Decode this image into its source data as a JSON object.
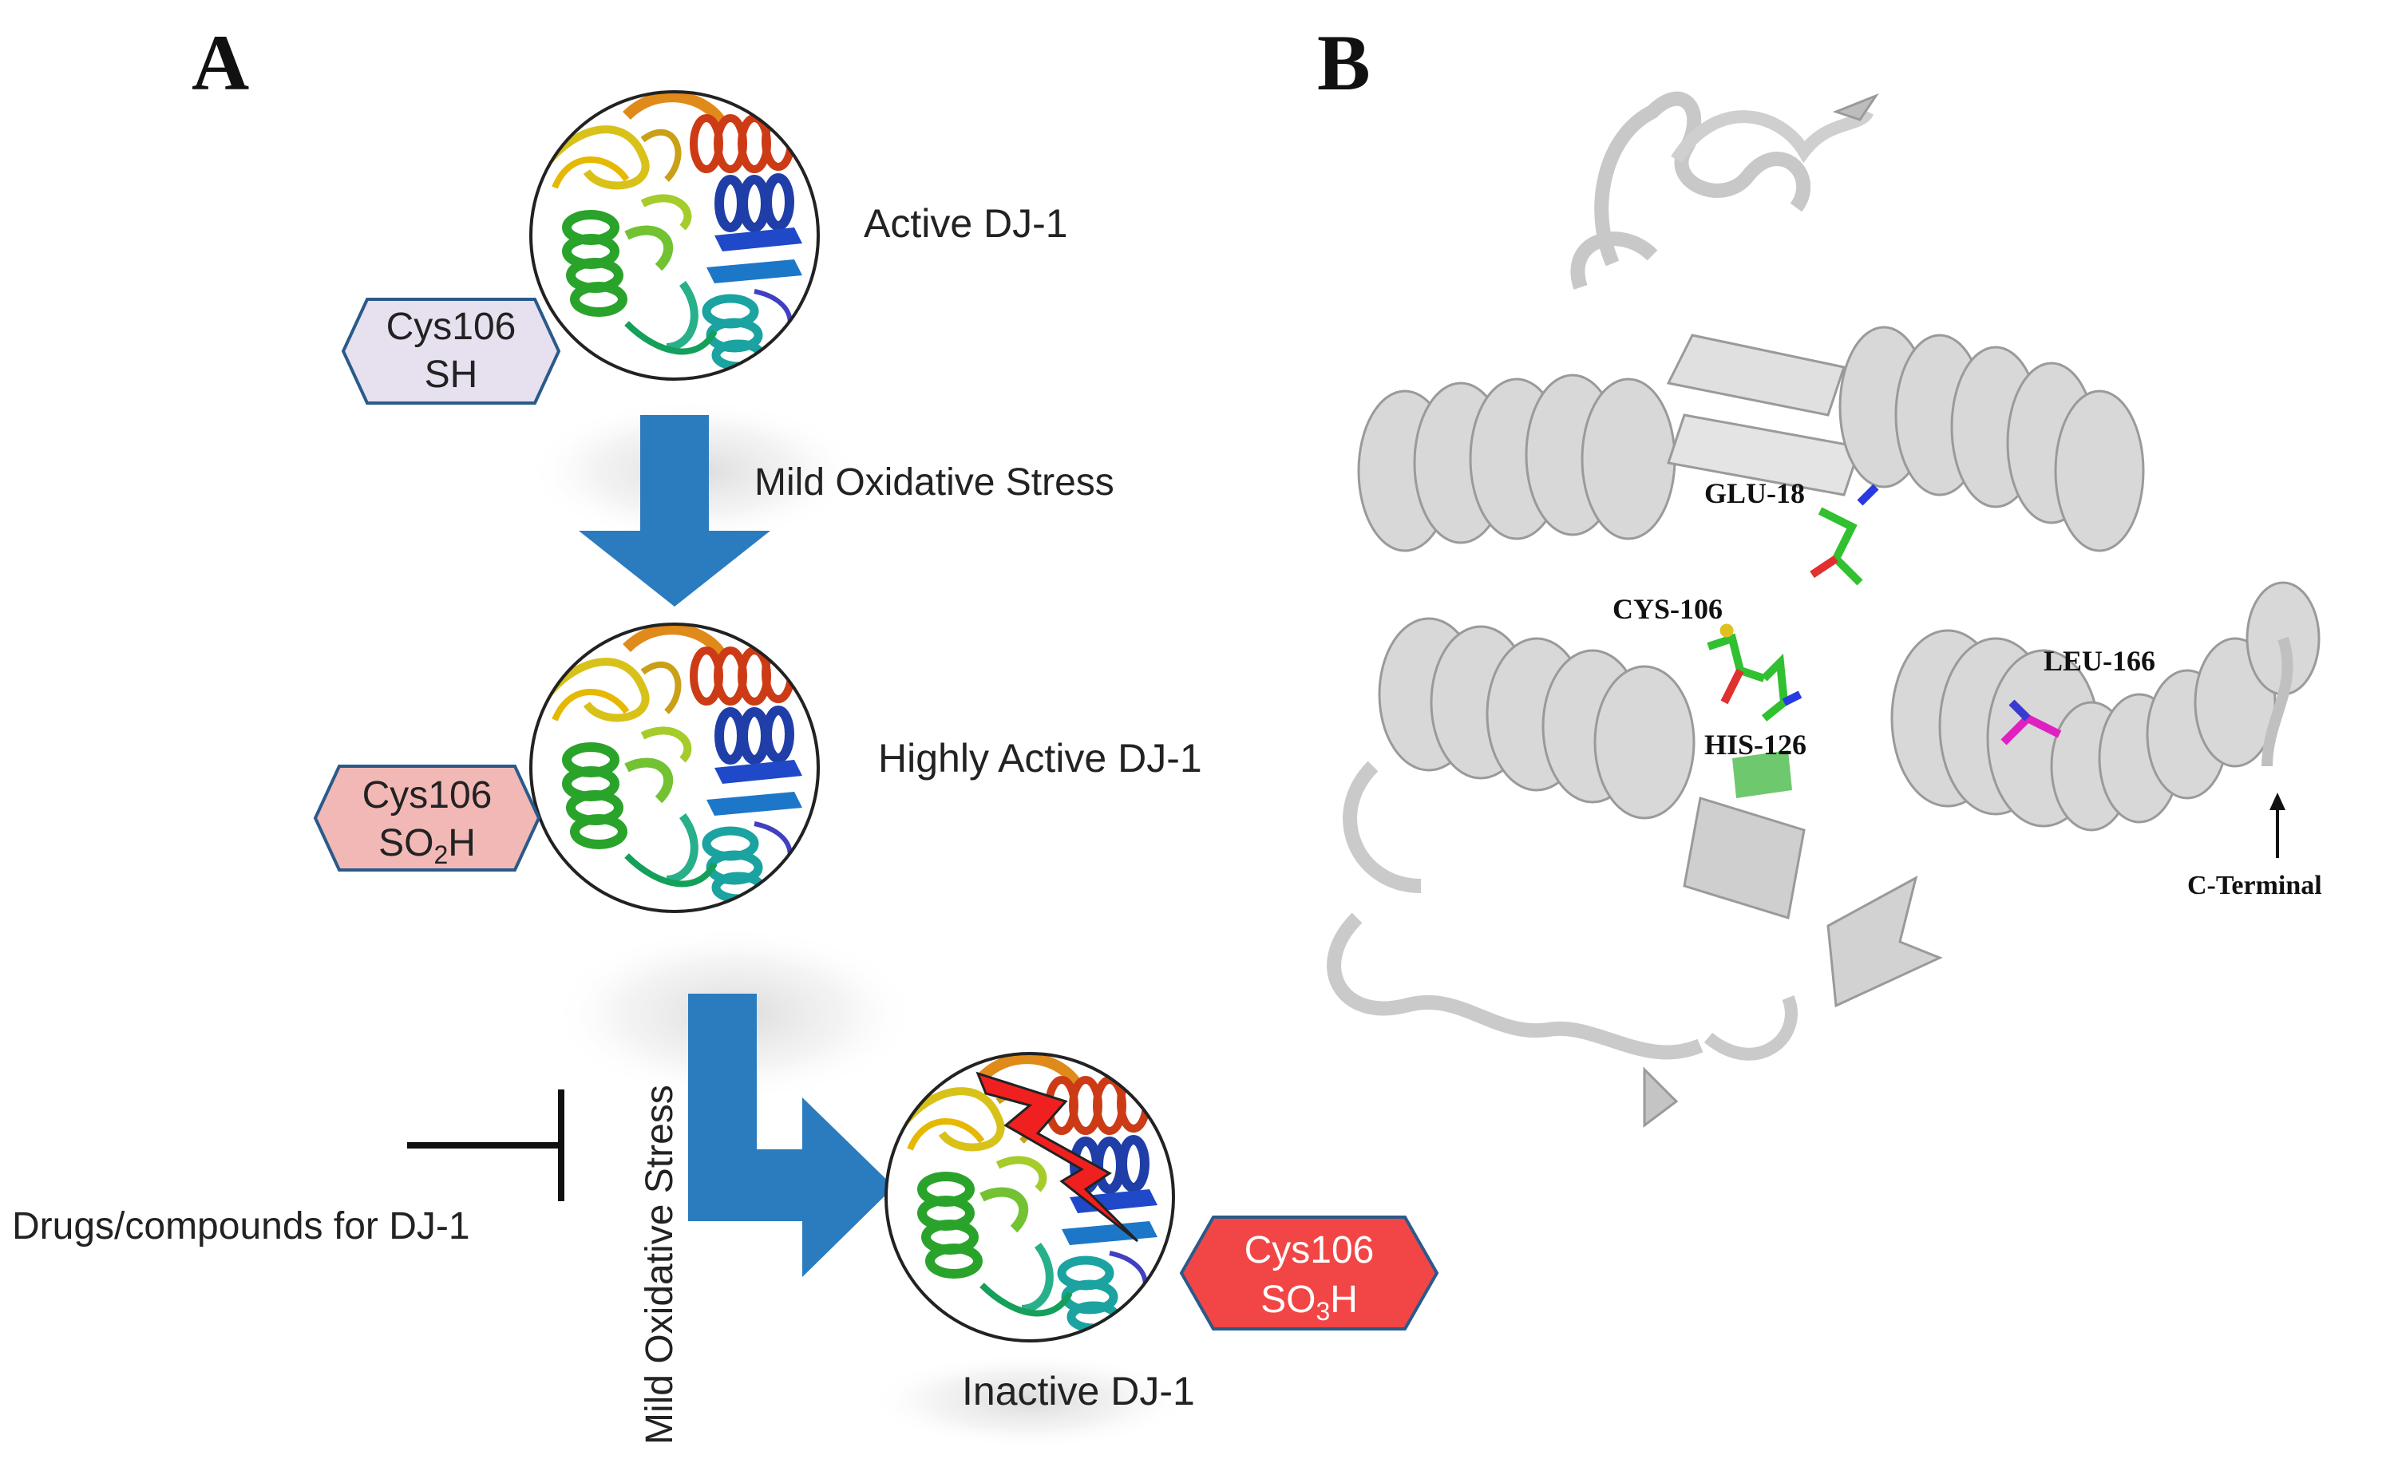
{
  "panel_a": {
    "letter": "A",
    "states": [
      {
        "label": "Active DJ-1",
        "hex_line1": "Cys106",
        "hex_line2_main": "SH",
        "hex_line2_sub": "",
        "hex_line2_tail": "",
        "hex_fill": "#e6e0ef"
      },
      {
        "label": "Highly Active DJ-1",
        "hex_line1": "Cys106",
        "hex_line2_main": "SO",
        "hex_line2_sub": "2",
        "hex_line2_tail": "H",
        "hex_fill": "#f2b8b6"
      },
      {
        "label": "Inactive DJ-1",
        "hex_line1": "Cys106",
        "hex_line2_main": "SO",
        "hex_line2_sub": "3",
        "hex_line2_tail": "H",
        "hex_fill": "#f24646"
      }
    ],
    "arrow1_label": "Mild Oxidative Stress",
    "arrow2_label": "Mild Oxidative Stress",
    "inhibitor_label": "Drugs/compounds for DJ-1",
    "arrow_color": "#2b7bbf"
  },
  "panel_b": {
    "letter": "B",
    "residues": [
      "GLU-18",
      "CYS-106",
      "HIS-126",
      "LEU-166"
    ],
    "terminal_label": "C-Terminal"
  }
}
